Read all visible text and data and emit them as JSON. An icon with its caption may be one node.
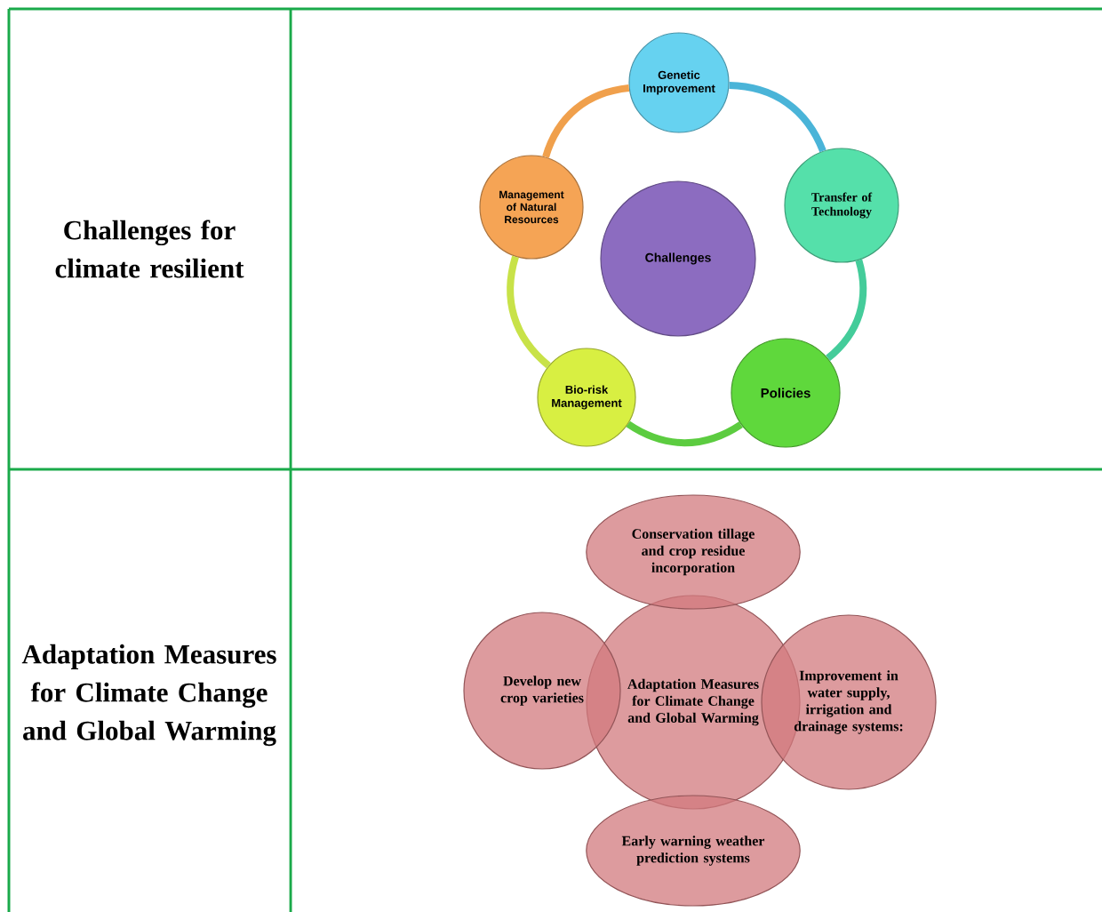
{
  "diagram": {
    "nodes": [
      {
        "text": [
          "Challenges"
        ]
      },
      {
        "text": [
          "Genetic Improvement"
        ]
      },
      {
        "text": [
          "Transfer of Technology"
        ]
      },
      {
        "text": [
          "Policies"
        ]
      },
      {
        "text": [
          "Bio-risk Management"
        ]
      },
      {
        "text": [
          "Management of Natural Resources"
        ]
      },
      {
        "text": [
          "Adaptation Measures for Climate Change and Global Warming"
        ]
      },
      {
        "text": [
          "Conservation tillage and crop residue incorporation"
        ]
      },
      {
        "text": [
          "Develop new crop varieties"
        ]
      },
      {
        "text": [
          "Improvement in water supply, irrigation and drainage systems:"
        ]
      },
      {
        "text": [
          "Early warning weather prediction systems"
        ]
      }
    ],
    "edges": [
      {
        "from": 1,
        "to": 2,
        "arrow": "none",
        "color": "#4ab4d8"
      },
      {
        "from": 2,
        "to": 3,
        "arrow": "none",
        "color": "#44cc9a"
      },
      {
        "from": 3,
        "to": 4,
        "arrow": "none",
        "color": "#5ccc40"
      },
      {
        "from": 4,
        "to": 5,
        "arrow": "none",
        "color": "#c8e248"
      },
      {
        "from": 5,
        "to": 1,
        "arrow": "none",
        "color": "#f0a04c"
      }
    ],
    "labels": [
      "Challenges for climate resilient",
      "Adaptation Measures for Climate Change and Global Warming"
    ]
  }
}
